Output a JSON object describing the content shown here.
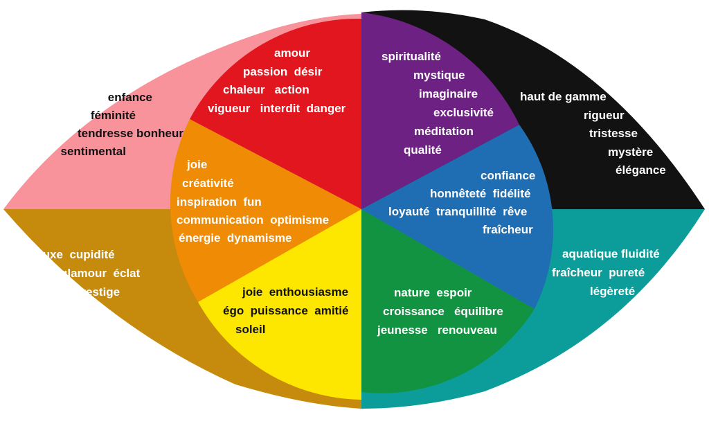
{
  "colors": {
    "pink": "#f8939c",
    "gold": "#c68a0c",
    "black": "#121212",
    "teal": "#0c9d9a",
    "red": "#e1161f",
    "orange": "#ef8b05",
    "yellow": "#fde700",
    "purple": "#6d2283",
    "blue": "#1f6db3",
    "green": "#119341"
  },
  "outer": {
    "pink": [
      "enfance",
      "féminité",
      "tendresse bonheur",
      "sentimental"
    ],
    "gold": [
      "luxe  cupidité",
      "glamour  éclat",
      "prestige"
    ],
    "black": [
      "haut de gamme",
      "rigueur",
      "tristesse",
      "mystère",
      "élégance"
    ],
    "teal": [
      "aquatique fluidité",
      "fraîcheur  pureté",
      "légèreté"
    ]
  },
  "inner": {
    "red": [
      "amour",
      "passion  désir",
      "chaleur   action",
      "vigueur   interdit  danger"
    ],
    "orange": [
      "joie",
      "créativité",
      "inspiration  fun",
      "communication  optimisme",
      "énergie  dynamisme"
    ],
    "yellow": [
      "joie  enthousiasme",
      "égo  puissance  amitié",
      "soleil"
    ],
    "purple": [
      "spiritualité",
      "mystique",
      "imaginaire",
      "exclusivité",
      "méditation",
      "qualité"
    ],
    "blue": [
      "confiance",
      "honnêteté  fidélité",
      "loyauté  tranquillité  rêve",
      "fraîcheur"
    ],
    "green": [
      "nature  espoir",
      "croissance   équilibre",
      "jeunesse   renouveau"
    ]
  }
}
